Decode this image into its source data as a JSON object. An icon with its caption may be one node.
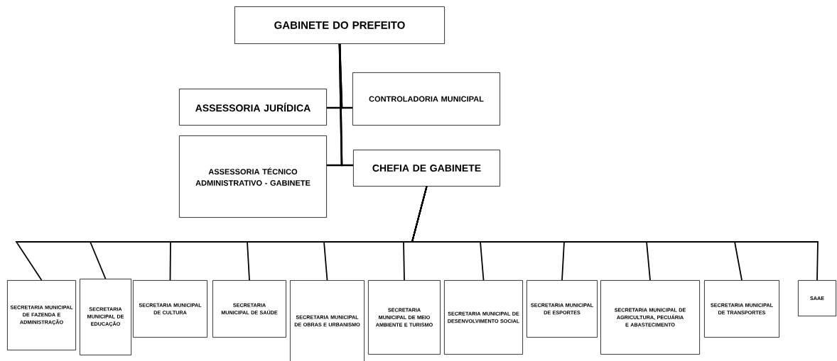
{
  "diagram": {
    "nodes": [
      {
        "text": [
          "GABINETE DO PREFEITO"
        ]
      },
      {
        "text": [
          "ASSESSORIA JURÍDICA"
        ]
      },
      {
        "text": [
          "CONTROLADORIA MUNICIPAL"
        ]
      },
      {
        "text": [
          "ASSESSORIA TÉCNICO ADMINISTRATIVO - GABINETE"
        ]
      },
      {
        "text": [
          "CHEFIA DE GABINETE"
        ]
      },
      {
        "text": [
          "SECRETARIA MUNICIPAL DE FAZENDA E ADMINISTRAÇÃO"
        ]
      },
      {
        "text": [
          "SECRETARIA MUNICIPAL DE EDUCAÇÃO"
        ]
      },
      {
        "text": [
          "SECRETARIA MUNICIPAL DE CULTURA"
        ]
      },
      {
        "text": [
          "SECRETARIA MUNICIPAL DE SAÚDE"
        ]
      },
      {
        "text": [
          "SECRETARIA MUNICIPAL DE OBRAS E URBANISMO"
        ]
      },
      {
        "text": [
          "SECRETARIA MUNICIPAL DE MEIO AMBIENTE E TURISMO"
        ]
      },
      {
        "text": [
          "SECRETARIA MUNICIPAL DE DESENVOLVIMENTO SOCIAL"
        ]
      },
      {
        "text": [
          "SECRETARIA MUNICIPAL DE ESPORTES"
        ]
      },
      {
        "text": [
          "SECRETARIA MUNICIPAL DE AGRICULTURA, PECUÁRIA E ABASTECIMENTO"
        ]
      },
      {
        "text": [
          "SECRETARIA MUNICIPAL DE TRANSPORTES"
        ]
      },
      {
        "text": [
          "SAAE"
        ]
      }
    ],
    "edges": [
      {
        "from": 0,
        "to": 1,
        "arrow": "none"
      },
      {
        "from": 0,
        "to": 2,
        "arrow": "none"
      },
      {
        "from": 0,
        "to": 3,
        "arrow": "none"
      },
      {
        "from": 0,
        "to": 4,
        "arrow": "none"
      },
      {
        "from": 4,
        "to": 5,
        "arrow": "none"
      },
      {
        "from": 4,
        "to": 6,
        "arrow": "none"
      },
      {
        "from": 4,
        "to": 7,
        "arrow": "none"
      },
      {
        "from": 4,
        "to": 8,
        "arrow": "none"
      },
      {
        "from": 4,
        "to": 9,
        "arrow": "none"
      },
      {
        "from": 4,
        "to": 10,
        "arrow": "none"
      },
      {
        "from": 4,
        "to": 11,
        "arrow": "none"
      },
      {
        "from": 4,
        "to": 12,
        "arrow": "none"
      },
      {
        "from": 4,
        "to": 13,
        "arrow": "none"
      },
      {
        "from": 4,
        "to": 14,
        "arrow": "none"
      },
      {
        "from": 4,
        "to": 15,
        "arrow": "none"
      }
    ]
  }
}
